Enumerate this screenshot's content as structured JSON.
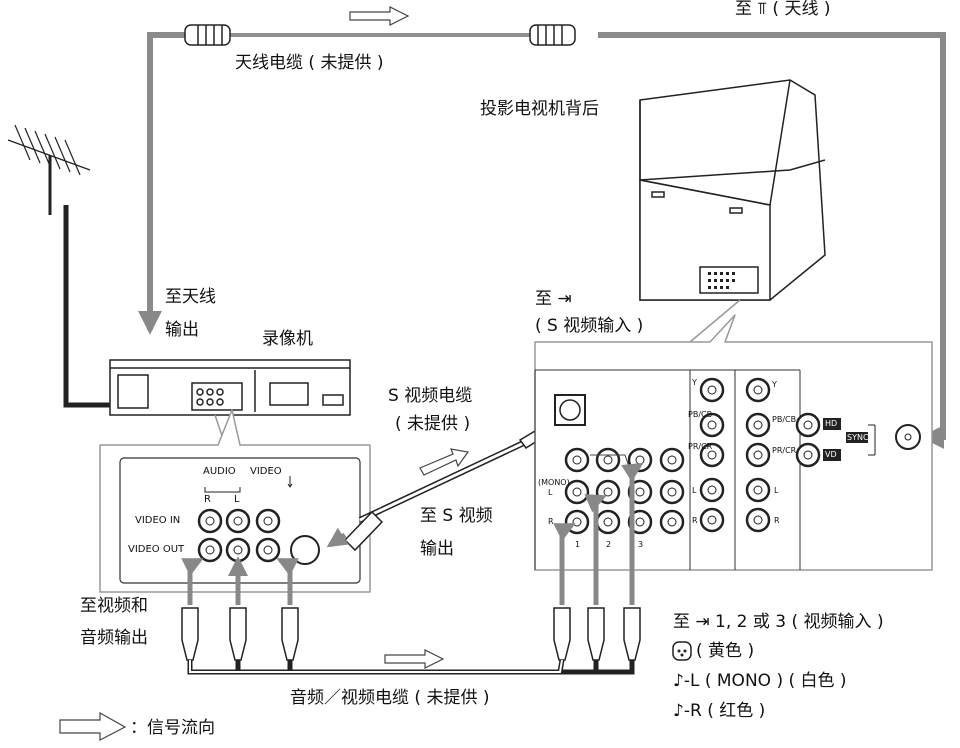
{
  "labels": {
    "to_antenna_top": "至 ⫪ ( 天线 )",
    "antenna_cable": "天线电缆 ( 未提供 )",
    "projection_tv_rear": "投影电视机背后",
    "to_antenna_output_1": "至天线",
    "to_antenna_output_2": "输出",
    "vcr": "录像机",
    "to_s_video_in_1": "至 ⇥",
    "to_s_video_in_2": "( S 视频输入 )",
    "s_video_cable_1": "S 视频电缆",
    "s_video_cable_2": "( 未提供 )",
    "to_s_video_out_1": "至 S 视频",
    "to_s_video_out_2": "输出",
    "to_av_out_1": "至视频和",
    "to_av_out_2": "音频输出",
    "av_cable": "音频／视频电缆 ( 未提供 )",
    "signal_flow": "：信号流向",
    "video_in_note": "至 ⇥ 1, 2 或 3 ( 视频输入 )",
    "video_yellow": "( 黄色 )",
    "audio_l_white": "♪-L ( MONO ) ( 白色 )",
    "audio_r_red": "♪-R ( 红色 )"
  },
  "vcr_panel": {
    "audio": "AUDIO",
    "video": "VIDEO",
    "r": "R",
    "l": "L",
    "video_in": "VIDEO IN",
    "video_out": "VIDEO OUT"
  },
  "tv_panel": {
    "y": "Y",
    "pb_cb": "PB/CB",
    "pr_cr": "PR/CR",
    "hd": "HD",
    "sync": "SYNC",
    "vd": "VD",
    "mono": "(MONO)",
    "l": "L",
    "r": "R",
    "in1": "1",
    "in2": "2",
    "in3": "3"
  }
}
